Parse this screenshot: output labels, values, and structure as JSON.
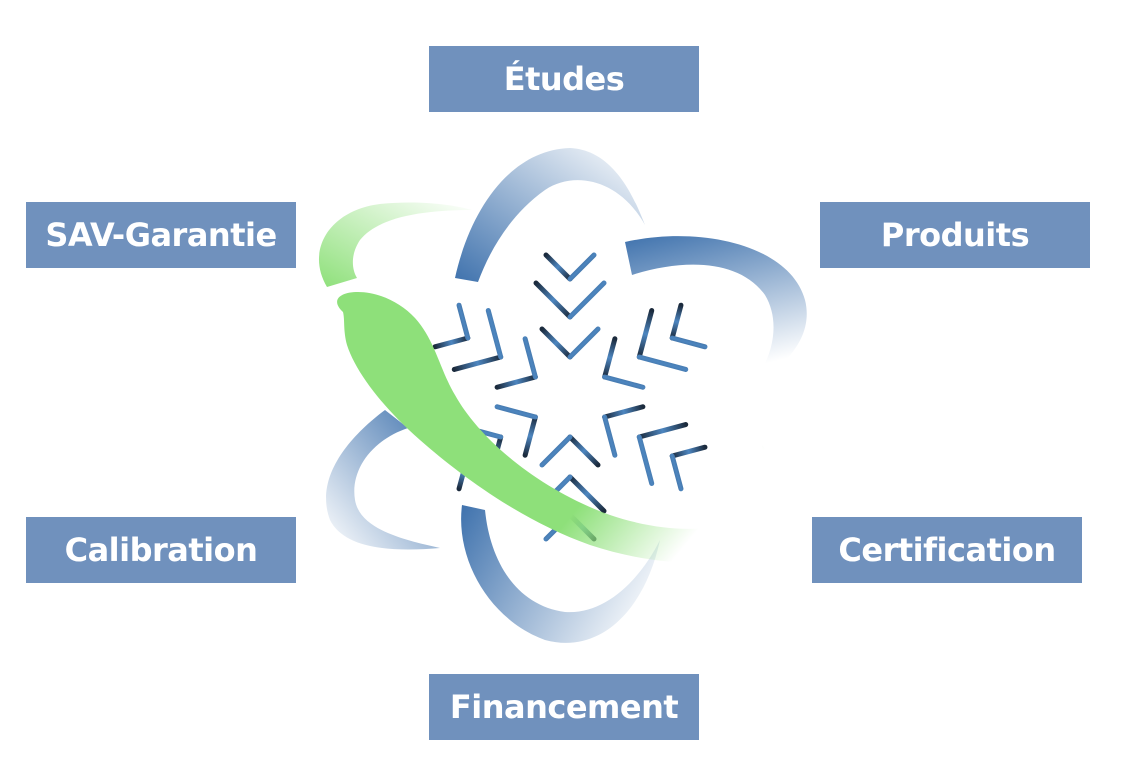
{
  "diagram": {
    "labels": [
      {
        "id": "etudes",
        "text": "Études"
      },
      {
        "id": "produits",
        "text": "Produits"
      },
      {
        "id": "sav",
        "text": "SAV-Garantie"
      },
      {
        "id": "calibration",
        "text": "Calibration"
      },
      {
        "id": "certification",
        "text": "Certification"
      },
      {
        "id": "financement",
        "text": "Financement"
      }
    ],
    "colors": {
      "box": "#7091bd",
      "box_text": "#ffffff",
      "orbit_blue": "#3f72ad",
      "orbit_green": "#8ee07a",
      "snowflake_dark": "#1b2a3c",
      "snowflake_mid": "#4d86c0"
    },
    "emblem_icon": "snowflake-atom-icon"
  }
}
